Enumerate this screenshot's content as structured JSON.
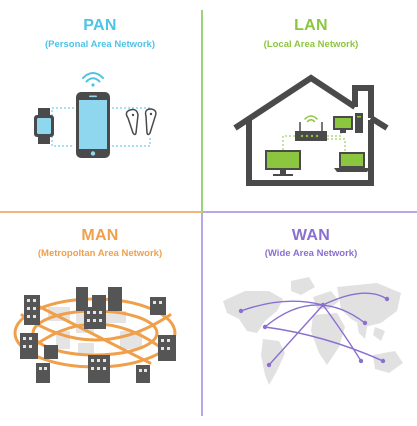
{
  "quadrants": {
    "pan": {
      "title": "PAN",
      "subtitle": "(Personal Area Network)",
      "color": "#4fc3e6",
      "illustration": [
        "wifi-icon",
        "smartwatch-icon",
        "smartphone-icon",
        "earbuds-icon"
      ]
    },
    "lan": {
      "title": "LAN",
      "subtitle": "(Local Area Network)",
      "color": "#8cc63f",
      "illustration": [
        "house-icon",
        "router-icon",
        "desktop-icon",
        "monitor-icon",
        "laptop-icon"
      ]
    },
    "man": {
      "title": "MAN",
      "subtitle": "(Metropoltan Area Network)",
      "color": "#f0a04a",
      "illustration": [
        "city-buildings-icon",
        "network-loop-lines"
      ]
    },
    "wan": {
      "title": "WAN",
      "subtitle": "(Wide Area Network)",
      "color": "#8a6fd1",
      "illustration": [
        "world-map-icon",
        "connection-arcs"
      ]
    }
  }
}
